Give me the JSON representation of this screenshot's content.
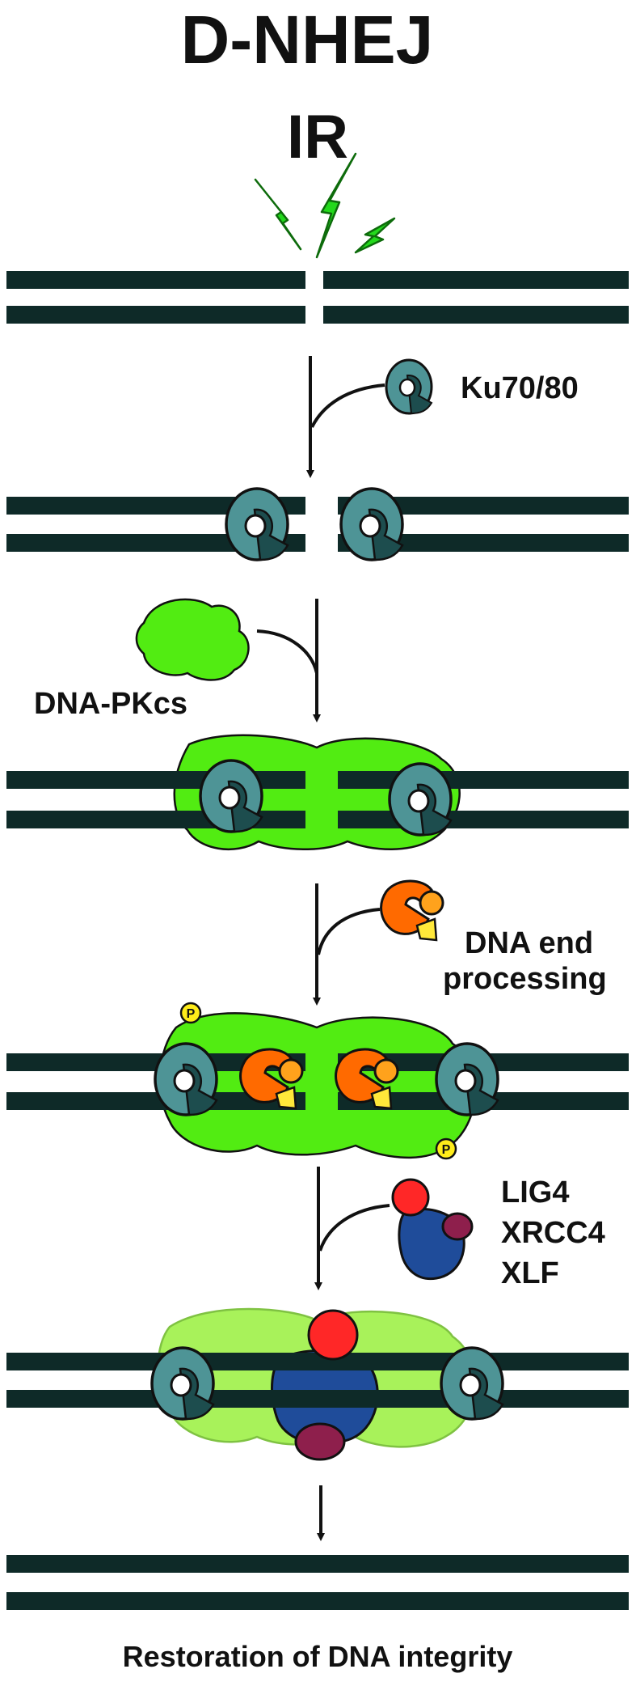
{
  "title": "D-NHEJ",
  "trigger": "IR",
  "labels": {
    "ku": "Ku70/80",
    "dnapkcs": "DNA-PKcs",
    "processing_line1": "DNA end",
    "processing_line2": "processing",
    "lig4": "LIG4",
    "xrcc4": "XRCC4",
    "xlf": "XLF",
    "phospho": "P",
    "outcome": "Restoration of DNA integrity"
  },
  "colors": {
    "dna": "#0e2a28",
    "ku": "#4e9496",
    "ku_dark": "#1d4d4e",
    "dnapkcs": "#52ec12",
    "dnapkcs_pale": "#a8f25a",
    "lightning": "#23d91c",
    "processing_orange": "#ff6a00",
    "processing_light": "#ffa21c",
    "processing_yellow": "#ffe83a",
    "lig4_red": "#ff2727",
    "xrcc4_blue": "#1f4c9a",
    "xlf_maroon": "#8e1f4c",
    "phospho_yellow": "#ffec1a"
  }
}
